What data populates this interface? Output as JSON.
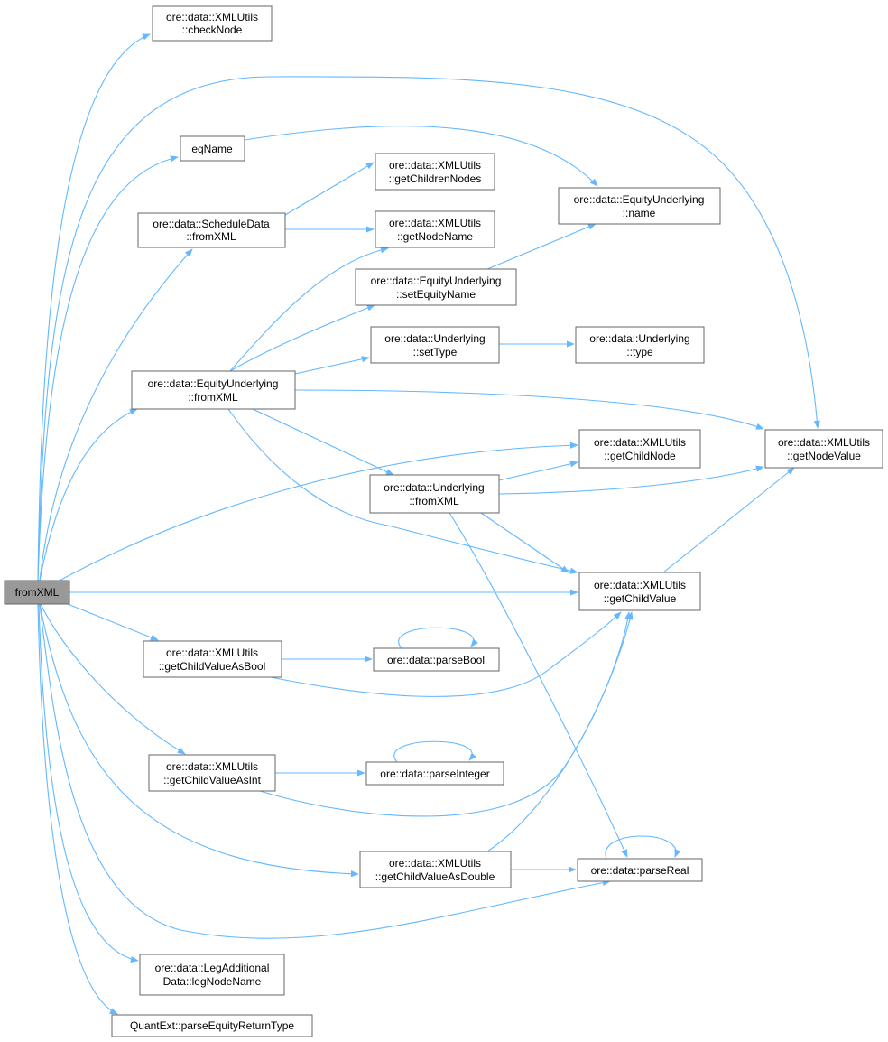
{
  "graph": {
    "root": {
      "label": "fromXML"
    },
    "nodes": {
      "checkNode": [
        "ore::data::XMLUtils",
        "::checkNode"
      ],
      "eqName": [
        "eqName"
      ],
      "scheduleFromXML": [
        "ore::data::ScheduleData",
        "::fromXML"
      ],
      "equityUnderlyingFromXML": [
        "ore::data::EquityUnderlying",
        "::fromXML"
      ],
      "getChildValueAsBool": [
        "ore::data::XMLUtils",
        "::getChildValueAsBool"
      ],
      "getChildValueAsInt": [
        "ore::data::XMLUtils",
        "::getChildValueAsInt"
      ],
      "getChildValueAsDouble": [
        "ore::data::XMLUtils",
        "::getChildValueAsDouble"
      ],
      "legNodeName": [
        "ore::data::LegAdditional",
        "Data::legNodeName"
      ],
      "parseEquityReturnType": [
        "QuantExt::parseEquityReturnType"
      ],
      "getChildrenNodes": [
        "ore::data::XMLUtils",
        "::getChildrenNodes"
      ],
      "getNodeName": [
        "ore::data::XMLUtils",
        "::getNodeName"
      ],
      "setEquityName": [
        "ore::data::EquityUnderlying",
        "::setEquityName"
      ],
      "setType": [
        "ore::data::Underlying",
        "::setType"
      ],
      "underlyingFromXML": [
        "ore::data::Underlying",
        "::fromXML"
      ],
      "parseBool": [
        "ore::data::parseBool"
      ],
      "parseInteger": [
        "ore::data::parseInteger"
      ],
      "name": [
        "ore::data::EquityUnderlying",
        "::name"
      ],
      "type": [
        "ore::data::Underlying",
        "::type"
      ],
      "getChildNode": [
        "ore::data::XMLUtils",
        "::getChildNode"
      ],
      "getChildValue": [
        "ore::data::XMLUtils",
        "::getChildValue"
      ],
      "parseReal": [
        "ore::data::parseReal"
      ],
      "getNodeValue": [
        "ore::data::XMLUtils",
        "::getNodeValue"
      ]
    },
    "colors": {
      "edge": "#63b8ff",
      "root_fill": "#999999",
      "border": "#666666"
    }
  }
}
